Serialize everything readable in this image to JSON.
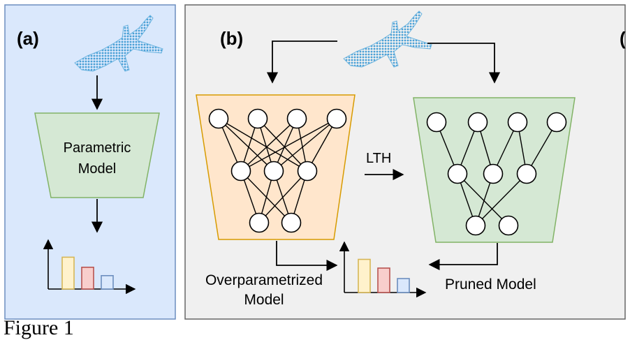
{
  "panel_a": {
    "label": "(a)",
    "model_label_line1": "Parametric",
    "model_label_line2": "Model",
    "colors": {
      "background": "#dae8fc",
      "border": "#6c8ebf",
      "model_fill": "#d5e8d4",
      "model_stroke": "#82b366"
    },
    "output_bars": [
      {
        "value": 0.95,
        "fill": "#fff2cc",
        "stroke": "#d6b656"
      },
      {
        "value": 0.65,
        "fill": "#f8cecc",
        "stroke": "#b85450"
      },
      {
        "value": 0.4,
        "fill": "#dae8fc",
        "stroke": "#6c8ebf"
      }
    ]
  },
  "panel_b": {
    "label": "(b)",
    "lth_label": "LTH",
    "overparam_label_line1": "Overparametrized",
    "overparam_label_line2": "Model",
    "pruned_label": "Pruned Model",
    "colors": {
      "background": "#f0f0f0",
      "border": "#666666",
      "overparam_fill": "#ffe6cc",
      "overparam_stroke": "#d79b00",
      "pruned_fill": "#d5e8d4",
      "pruned_stroke": "#82b366"
    },
    "overparam_layers": [
      4,
      3,
      2
    ],
    "pruned_layers": [
      4,
      3,
      2
    ],
    "output_bars": [
      {
        "value": 0.95,
        "fill": "#fff2cc",
        "stroke": "#d6b656"
      },
      {
        "value": 0.7,
        "fill": "#f8cecc",
        "stroke": "#b85450"
      },
      {
        "value": 0.4,
        "fill": "#dae8fc",
        "stroke": "#6c8ebf"
      }
    ]
  },
  "panel_c_partial": {
    "label": "("
  },
  "caption_partial": "Figure 1",
  "icons": {
    "input": "airplane-point-cloud-icon"
  }
}
